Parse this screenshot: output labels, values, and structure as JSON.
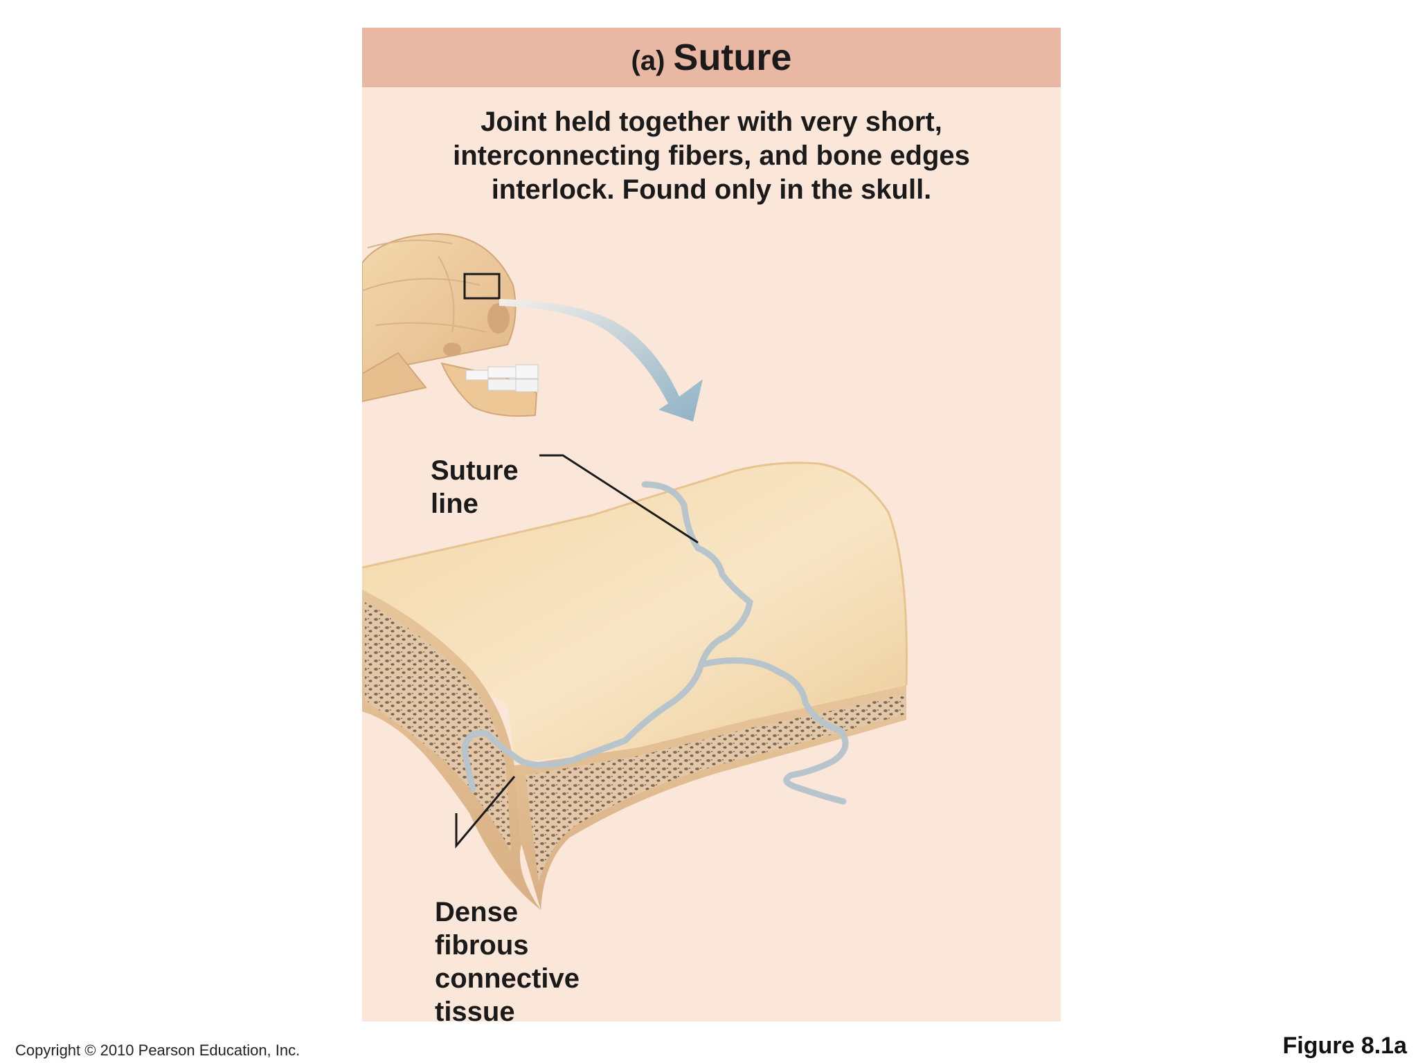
{
  "title": {
    "letter": "(a)",
    "word": "Suture"
  },
  "description": [
    "Joint held together with very short,",
    "interconnecting fibers, and bone edges",
    "interlock. Found only in the skull."
  ],
  "labels": {
    "suture_line": [
      "Suture",
      "line"
    ],
    "dense_tissue": [
      "Dense",
      "fibrous",
      "connective",
      "tissue"
    ]
  },
  "footer": {
    "copyright": "Copyright © 2010 Pearson Education, Inc.",
    "figure": "Figure 8.1a"
  },
  "colors": {
    "panel_bg": "#fbe6da",
    "title_bar": "#e8b8a4",
    "bone": "#f2d6a6",
    "suture": "#b7c4cc",
    "arrow": "#9cbacb"
  }
}
